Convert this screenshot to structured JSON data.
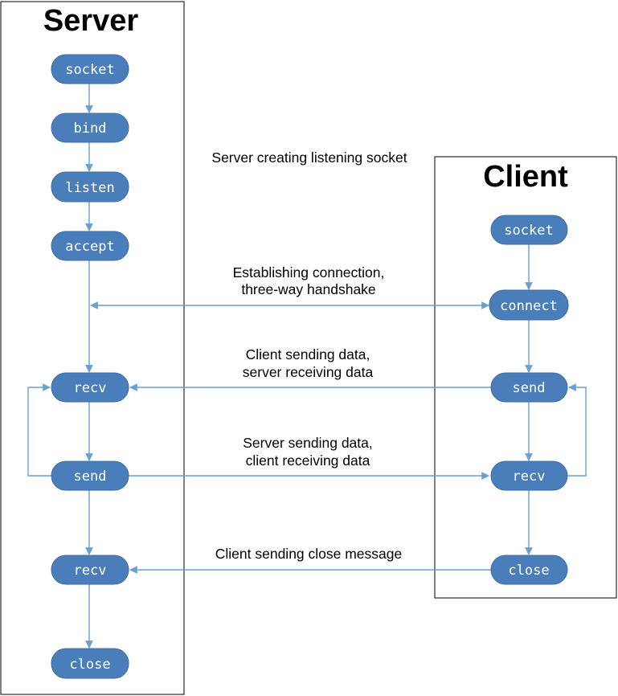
{
  "colors": {
    "node_fill": "#4a7ebb",
    "node_text": "#ffffff",
    "arrow": "#6a9fd2",
    "border": "#000000"
  },
  "server": {
    "title": "Server",
    "nodes": {
      "socket": "socket",
      "bind": "bind",
      "listen": "listen",
      "accept": "accept",
      "recv1": "recv",
      "send": "send",
      "recv2": "recv",
      "close": "close"
    }
  },
  "client": {
    "title": "Client",
    "nodes": {
      "socket": "socket",
      "connect": "connect",
      "send": "send",
      "recv": "recv",
      "close": "close"
    }
  },
  "labels": {
    "listening": "Server creating listening socket",
    "handshake_1": "Establishing connection,",
    "handshake_2": "three-way handshake",
    "client_send_1": "Client sending data,",
    "client_send_2": "server receiving data",
    "server_send_1": "Server sending data,",
    "server_send_2": "client receiving data",
    "close_msg": "Client sending close message"
  }
}
